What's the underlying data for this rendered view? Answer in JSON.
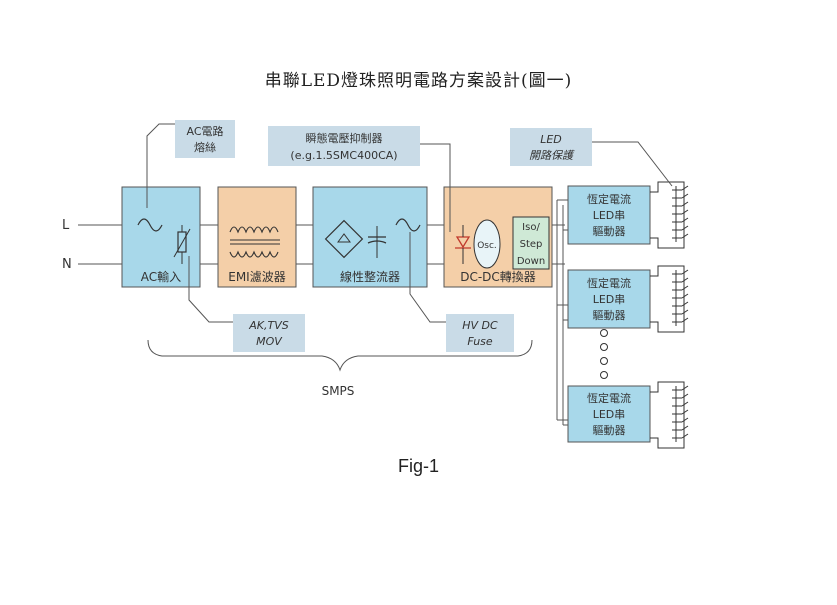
{
  "title": "串聯LED燈珠照明電路方案設計(圖一)",
  "caption": "Fig-1",
  "inputs": {
    "line": "L",
    "neutral": "N"
  },
  "callouts": {
    "ac_fuse": [
      "AC電路",
      "熔絲"
    ],
    "tvs_suppressor": [
      "瞬態電壓抑制器",
      "(e.g.1.5SMC400CA)"
    ],
    "led_protect": [
      "LED",
      "開路保護"
    ],
    "ak_tvs": [
      "AK,TVS",
      "MOV"
    ],
    "hv_fuse": [
      "HV DC",
      "Fuse"
    ]
  },
  "blocks": {
    "ac_input": "AC輸入",
    "emi_filter": "EMI濾波器",
    "rectifier": "線性整流器",
    "dcdc": "DC-DC轉換器",
    "osc": "Osc.",
    "iso_step_down": [
      "Iso/",
      "Step",
      "Down"
    ]
  },
  "drivers": [
    [
      "恆定電流",
      "LED串",
      "驅動器"
    ],
    [
      "恆定電流",
      "LED串",
      "驅動器"
    ],
    [
      "恆定電流",
      "LED串",
      "驅動器"
    ]
  ],
  "smps_label": "SMPS",
  "colors": {
    "blue": "#a8d8ea",
    "orange": "#f4cfa8",
    "callout": "#c9dbe7",
    "line": "#333333"
  }
}
